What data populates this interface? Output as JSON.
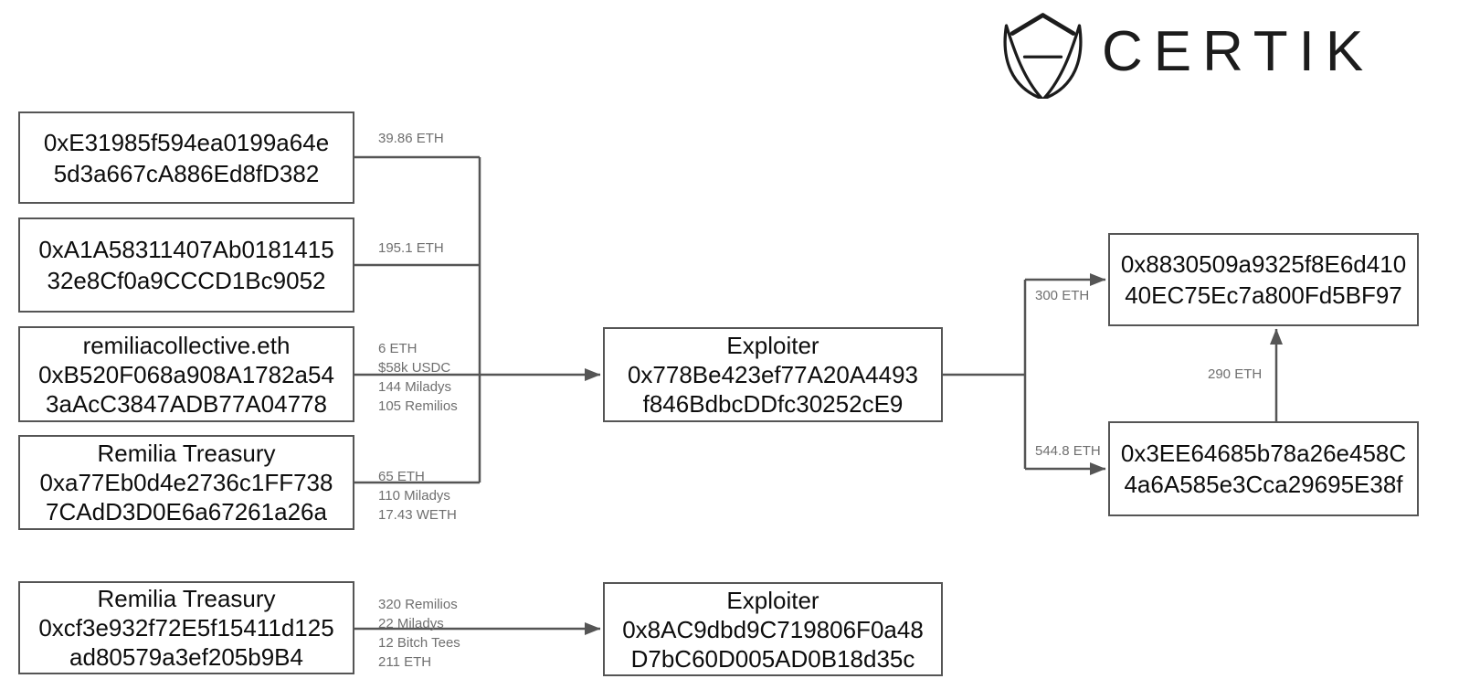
{
  "logo": {
    "brand": "CERTIK"
  },
  "colors": {
    "line": "#555555",
    "edge_label": "#6f6f6f",
    "node_text": "#0d0d0d",
    "node_bg": "#ffffff",
    "logo": "#1c1c1c"
  },
  "nodes": {
    "source1": {
      "lines": [
        "0xE31985f594ea0199a64e",
        "5d3a667cA886Ed8fD382"
      ]
    },
    "source2": {
      "lines": [
        "0xA1A58311407Ab0181415",
        "32e8Cf0a9CCCD1Bc9052"
      ]
    },
    "source3": {
      "lines": [
        "remiliacollective.eth",
        "0xB520F068a908A1782a54",
        "3aAcC3847ADB77A04778"
      ]
    },
    "source4": {
      "lines": [
        "Remilia Treasury",
        "0xa77Eb0d4e2736c1FF738",
        "7CAdD3D0E6a67261a26a"
      ]
    },
    "exploiter1": {
      "lines": [
        "Exploiter",
        "0x778Be423ef77A20A4493",
        "f846BdbcDDfc30252cE9"
      ]
    },
    "dest1": {
      "lines": [
        "0x8830509a9325f8E6d410",
        "40EC75Ec7a800Fd5BF97"
      ]
    },
    "dest2": {
      "lines": [
        "0x3EE64685b78a26e458C",
        "4a6A585e3Cca29695E38f"
      ]
    },
    "source5": {
      "lines": [
        "Remilia Treasury",
        "0xcf3e932f72E5f15411d125",
        "ad80579a3ef205b9B4"
      ]
    },
    "exploiter2": {
      "lines": [
        "Exploiter",
        "0x8AC9dbd9C719806F0a48",
        "D7bC60D005AD0B18d35c"
      ]
    }
  },
  "edge_labels": {
    "e1": {
      "lines": [
        "39.86 ETH"
      ]
    },
    "e2": {
      "lines": [
        "195.1 ETH"
      ]
    },
    "e3": {
      "lines": [
        "6 ETH",
        "$58k USDC",
        "144 Miladys",
        "105 Remilios"
      ]
    },
    "e4": {
      "lines": [
        "65 ETH",
        "110 Miladys",
        "17.43 WETH"
      ]
    },
    "e5": {
      "lines": [
        "300 ETH"
      ]
    },
    "e6": {
      "lines": [
        "544.8 ETH"
      ]
    },
    "e7": {
      "lines": [
        "290 ETH"
      ]
    },
    "e8": {
      "lines": [
        "320 Remilios",
        "22 Miladys",
        "12 Bitch Tees",
        "211 ETH"
      ]
    }
  }
}
